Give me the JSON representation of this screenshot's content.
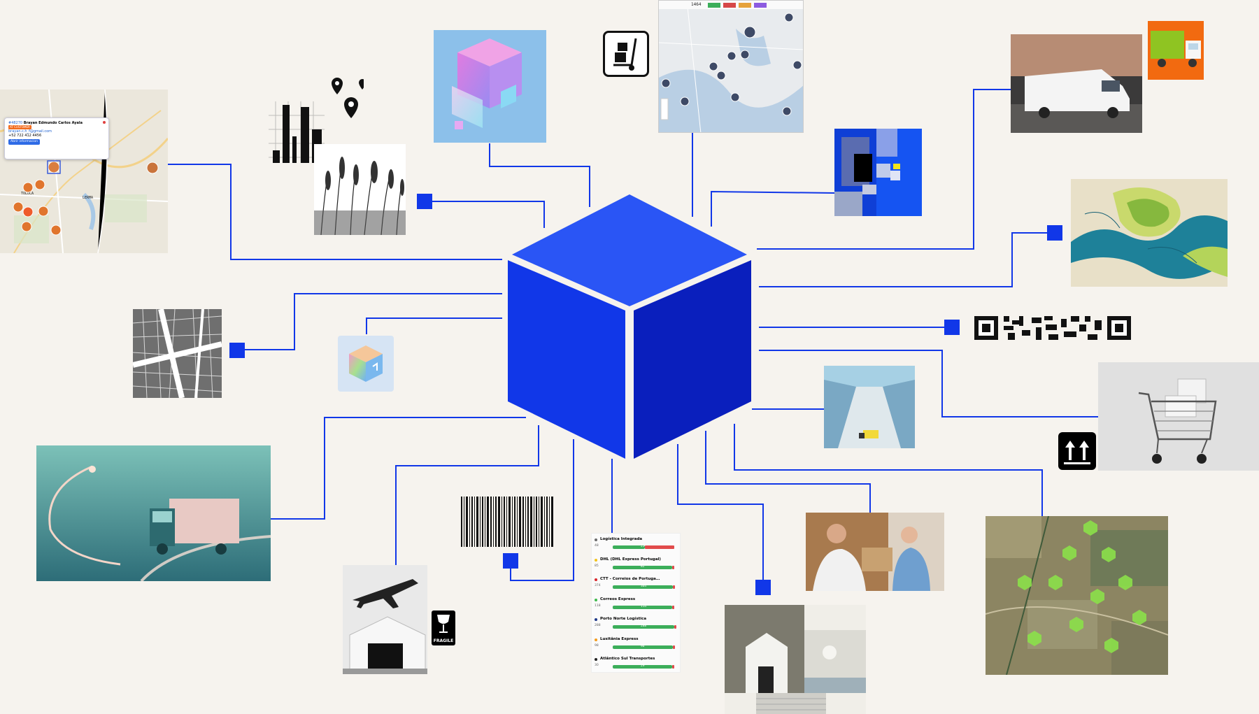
{
  "colors": {
    "accent": "#1137e8",
    "accent_dark": "#0a1fbd",
    "accent_top": "#2a55f5",
    "background": "#f6f3ee"
  },
  "map_popup": {
    "id": "#48270",
    "name": "Brayan Edmundo Carlos Ayala",
    "tag": "AT CUSTOMER",
    "email": "brayan.c.h_f@gmail.com",
    "phone": "+52 722 412 4456",
    "button": "Abrir informacion",
    "places": [
      "TOLUCA",
      "LERMA"
    ]
  },
  "dispatch_map": {
    "toolbar_count": "1464"
  },
  "package_labels": {
    "fragile": "FRAGILE"
  },
  "carriers": [
    {
      "name": "Logística Integrada",
      "count": "48",
      "value": "25",
      "dot": "#6b6b6b"
    },
    {
      "name": "DHL (DHL Express Portugal)",
      "count": "85",
      "value": "82",
      "dot": "#f2c21c"
    },
    {
      "name": "CTT - Correios de Portuga…",
      "count": "374",
      "value": "364",
      "dot": "#d8262c"
    },
    {
      "name": "Correos Express",
      "count": "118",
      "value": "114",
      "dot": "#3fb94d"
    },
    {
      "name": "Porto Norte Logística",
      "count": "288",
      "value": "288",
      "dot": "#1f3a8a"
    },
    {
      "name": "Lusitânia Express",
      "count": "98",
      "value": "96",
      "dot": "#f39c1e"
    },
    {
      "name": "Atlântico Sul Transportes",
      "count": "30",
      "value": "29",
      "dot": "#222222"
    }
  ]
}
